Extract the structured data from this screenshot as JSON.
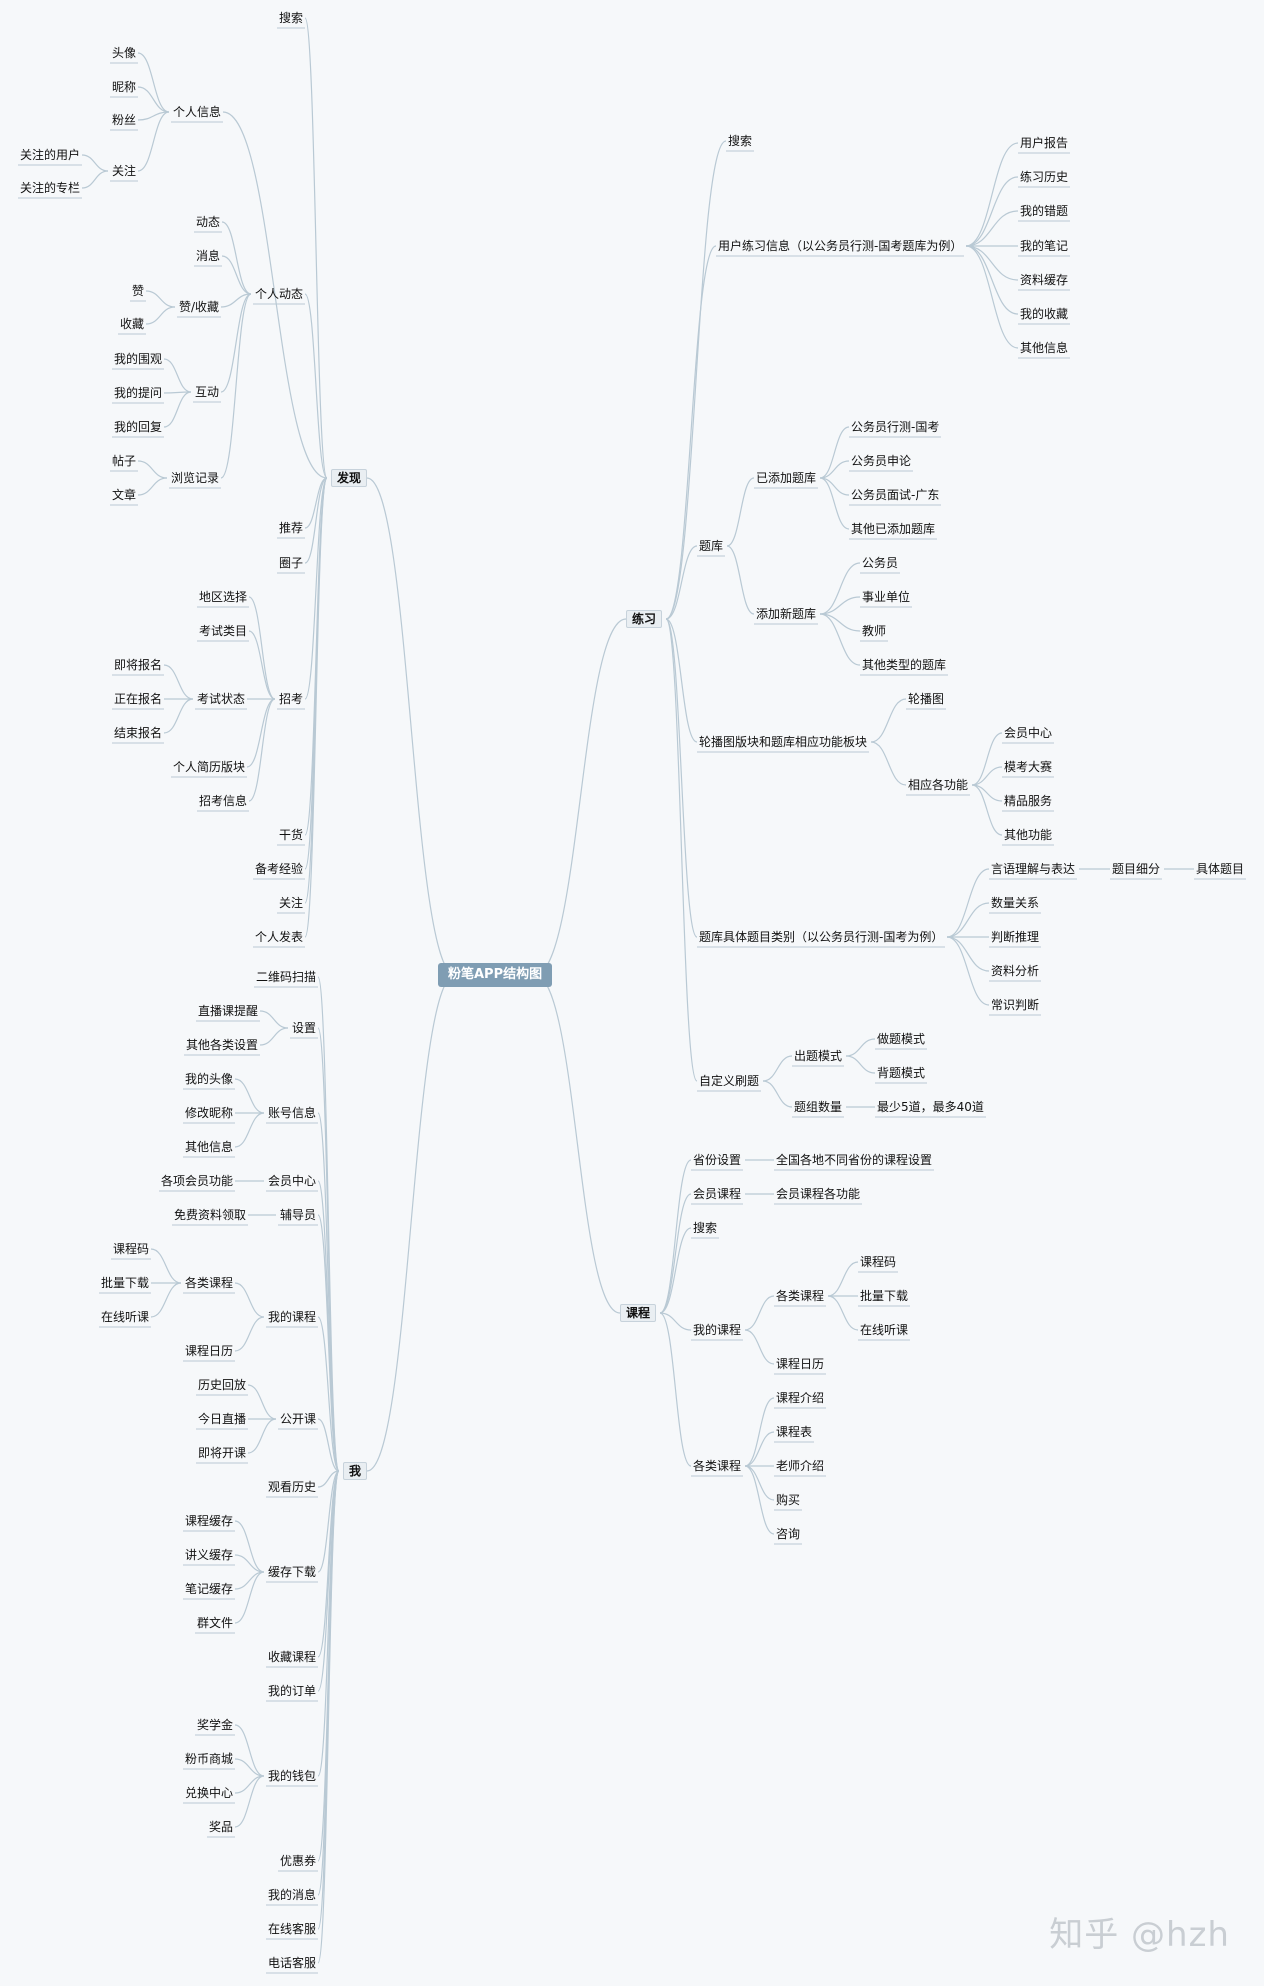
{
  "title": "粉笔APP结构图",
  "watermark": "知乎 @hzh",
  "colors": {
    "line": "#b9c9d4",
    "root_bg": "#7f9db3"
  },
  "nodes": [
    {
      "id": "root",
      "text": "粉笔APP结构图"
    },
    {
      "id": "fx",
      "text": "发现",
      "p": "root"
    },
    {
      "id": "fx1",
      "text": "搜索",
      "p": "fx"
    },
    {
      "id": "fx2",
      "text": "个人信息",
      "p": "fx"
    },
    {
      "id": "fx2a",
      "text": "头像",
      "p": "fx2"
    },
    {
      "id": "fx2b",
      "text": "昵称",
      "p": "fx2"
    },
    {
      "id": "fx2c",
      "text": "粉丝",
      "p": "fx2"
    },
    {
      "id": "fx2d",
      "text": "关注",
      "p": "fx2"
    },
    {
      "id": "fx2d1",
      "text": "关注的用户",
      "p": "fx2d"
    },
    {
      "id": "fx2d2",
      "text": "关注的专栏",
      "p": "fx2d"
    },
    {
      "id": "fx3",
      "text": "个人动态",
      "p": "fx"
    },
    {
      "id": "fx3a",
      "text": "动态",
      "p": "fx3"
    },
    {
      "id": "fx3b",
      "text": "消息",
      "p": "fx3"
    },
    {
      "id": "fx3c",
      "text": "赞/收藏",
      "p": "fx3"
    },
    {
      "id": "fx3c1",
      "text": "赞",
      "p": "fx3c"
    },
    {
      "id": "fx3c2",
      "text": "收藏",
      "p": "fx3c"
    },
    {
      "id": "fx3d",
      "text": "互动",
      "p": "fx3"
    },
    {
      "id": "fx3d1",
      "text": "我的围观",
      "p": "fx3d"
    },
    {
      "id": "fx3d2",
      "text": "我的提问",
      "p": "fx3d"
    },
    {
      "id": "fx3d3",
      "text": "我的回复",
      "p": "fx3d"
    },
    {
      "id": "fx3e",
      "text": "浏览记录",
      "p": "fx3"
    },
    {
      "id": "fx3e1",
      "text": "帖子",
      "p": "fx3e"
    },
    {
      "id": "fx3e2",
      "text": "文章",
      "p": "fx3e"
    },
    {
      "id": "fx4",
      "text": "推荐",
      "p": "fx"
    },
    {
      "id": "fx5",
      "text": "圈子",
      "p": "fx"
    },
    {
      "id": "fx6",
      "text": "招考",
      "p": "fx"
    },
    {
      "id": "fx6a",
      "text": "地区选择",
      "p": "fx6"
    },
    {
      "id": "fx6b",
      "text": "考试类目",
      "p": "fx6"
    },
    {
      "id": "fx6c",
      "text": "考试状态",
      "p": "fx6"
    },
    {
      "id": "fx6c1",
      "text": "即将报名",
      "p": "fx6c"
    },
    {
      "id": "fx6c2",
      "text": "正在报名",
      "p": "fx6c"
    },
    {
      "id": "fx6c3",
      "text": "结束报名",
      "p": "fx6c"
    },
    {
      "id": "fx6d",
      "text": "个人简历版块",
      "p": "fx6"
    },
    {
      "id": "fx6e",
      "text": "招考信息",
      "p": "fx6"
    },
    {
      "id": "fx7",
      "text": "干货",
      "p": "fx"
    },
    {
      "id": "fx8",
      "text": "备考经验",
      "p": "fx"
    },
    {
      "id": "fx9",
      "text": "关注",
      "p": "fx"
    },
    {
      "id": "fx10",
      "text": "个人发表",
      "p": "fx"
    },
    {
      "id": "wo",
      "text": "我",
      "p": "root"
    },
    {
      "id": "wo1",
      "text": "二维码扫描",
      "p": "wo"
    },
    {
      "id": "wo2",
      "text": "设置",
      "p": "wo"
    },
    {
      "id": "wo2a",
      "text": "直播课提醒",
      "p": "wo2"
    },
    {
      "id": "wo2b",
      "text": "其他各类设置",
      "p": "wo2"
    },
    {
      "id": "wo3",
      "text": "账号信息",
      "p": "wo"
    },
    {
      "id": "wo3a",
      "text": "我的头像",
      "p": "wo3"
    },
    {
      "id": "wo3b",
      "text": "修改昵称",
      "p": "wo3"
    },
    {
      "id": "wo3c",
      "text": "其他信息",
      "p": "wo3"
    },
    {
      "id": "wo4",
      "text": "会员中心",
      "p": "wo"
    },
    {
      "id": "wo4a",
      "text": "各项会员功能",
      "p": "wo4"
    },
    {
      "id": "wo5",
      "text": "辅导员",
      "p": "wo"
    },
    {
      "id": "wo5a",
      "text": "免费资料领取",
      "p": "wo5"
    },
    {
      "id": "wo6",
      "text": "我的课程",
      "p": "wo"
    },
    {
      "id": "wo6a",
      "text": "各类课程",
      "p": "wo6"
    },
    {
      "id": "wo6a1",
      "text": "课程码",
      "p": "wo6a"
    },
    {
      "id": "wo6a2",
      "text": "批量下载",
      "p": "wo6a"
    },
    {
      "id": "wo6a3",
      "text": "在线听课",
      "p": "wo6a"
    },
    {
      "id": "wo6b",
      "text": "课程日历",
      "p": "wo6"
    },
    {
      "id": "wo7",
      "text": "公开课",
      "p": "wo"
    },
    {
      "id": "wo7a",
      "text": "历史回放",
      "p": "wo7"
    },
    {
      "id": "wo7b",
      "text": "今日直播",
      "p": "wo7"
    },
    {
      "id": "wo7c",
      "text": "即将开课",
      "p": "wo7"
    },
    {
      "id": "wo8",
      "text": "观看历史",
      "p": "wo"
    },
    {
      "id": "wo9",
      "text": "缓存下载",
      "p": "wo"
    },
    {
      "id": "wo9a",
      "text": "课程缓存",
      "p": "wo9"
    },
    {
      "id": "wo9b",
      "text": "讲义缓存",
      "p": "wo9"
    },
    {
      "id": "wo9c",
      "text": "笔记缓存",
      "p": "wo9"
    },
    {
      "id": "wo9d",
      "text": "群文件",
      "p": "wo9"
    },
    {
      "id": "wo10",
      "text": "收藏课程",
      "p": "wo"
    },
    {
      "id": "wo11",
      "text": "我的订单",
      "p": "wo"
    },
    {
      "id": "wo12",
      "text": "我的钱包",
      "p": "wo"
    },
    {
      "id": "wo12a",
      "text": "奖学金",
      "p": "wo12"
    },
    {
      "id": "wo12b",
      "text": "粉币商城",
      "p": "wo12"
    },
    {
      "id": "wo12c",
      "text": "兑换中心",
      "p": "wo12"
    },
    {
      "id": "wo12d",
      "text": "奖品",
      "p": "wo12"
    },
    {
      "id": "wo13",
      "text": "优惠券",
      "p": "wo"
    },
    {
      "id": "wo14",
      "text": "我的消息",
      "p": "wo"
    },
    {
      "id": "wo15",
      "text": "在线客服",
      "p": "wo"
    },
    {
      "id": "wo16",
      "text": "电话客服",
      "p": "wo"
    },
    {
      "id": "lx",
      "text": "练习",
      "p": "root"
    },
    {
      "id": "lx1",
      "text": "搜索",
      "p": "lx"
    },
    {
      "id": "lx2",
      "text": "用户练习信息（以公务员行测-国考题库为例）",
      "p": "lx"
    },
    {
      "id": "lx2a",
      "text": "用户报告",
      "p": "lx2"
    },
    {
      "id": "lx2b",
      "text": "练习历史",
      "p": "lx2"
    },
    {
      "id": "lx2c",
      "text": "我的错题",
      "p": "lx2"
    },
    {
      "id": "lx2d",
      "text": "我的笔记",
      "p": "lx2"
    },
    {
      "id": "lx2e",
      "text": "资料缓存",
      "p": "lx2"
    },
    {
      "id": "lx2f",
      "text": "我的收藏",
      "p": "lx2"
    },
    {
      "id": "lx2g",
      "text": "其他信息",
      "p": "lx2"
    },
    {
      "id": "lx3",
      "text": "题库",
      "p": "lx"
    },
    {
      "id": "lx3a",
      "text": "已添加题库",
      "p": "lx3"
    },
    {
      "id": "lx3a1",
      "text": "公务员行测-国考",
      "p": "lx3a"
    },
    {
      "id": "lx3a2",
      "text": "公务员申论",
      "p": "lx3a"
    },
    {
      "id": "lx3a3",
      "text": "公务员面试-广东",
      "p": "lx3a"
    },
    {
      "id": "lx3a4",
      "text": "其他已添加题库",
      "p": "lx3a"
    },
    {
      "id": "lx3b",
      "text": "添加新题库",
      "p": "lx3"
    },
    {
      "id": "lx3b1",
      "text": "公务员",
      "p": "lx3b"
    },
    {
      "id": "lx3b2",
      "text": "事业单位",
      "p": "lx3b"
    },
    {
      "id": "lx3b3",
      "text": "教师",
      "p": "lx3b"
    },
    {
      "id": "lx3b4",
      "text": "其他类型的题库",
      "p": "lx3b"
    },
    {
      "id": "lx4",
      "text": "轮播图版块和题库相应功能板块",
      "p": "lx"
    },
    {
      "id": "lx4a",
      "text": "轮播图",
      "p": "lx4"
    },
    {
      "id": "lx4b",
      "text": "相应各功能",
      "p": "lx4"
    },
    {
      "id": "lx4b1",
      "text": "会员中心",
      "p": "lx4b"
    },
    {
      "id": "lx4b2",
      "text": "模考大赛",
      "p": "lx4b"
    },
    {
      "id": "lx4b3",
      "text": "精品服务",
      "p": "lx4b"
    },
    {
      "id": "lx4b4",
      "text": "其他功能",
      "p": "lx4b"
    },
    {
      "id": "lx5",
      "text": "题库具体题目类别（以公务员行测-国考为例）",
      "p": "lx"
    },
    {
      "id": "lx5a",
      "text": "言语理解与表达",
      "p": "lx5"
    },
    {
      "id": "lx5a1",
      "text": "题目细分",
      "p": "lx5a"
    },
    {
      "id": "lx5a2",
      "text": "具体题目",
      "p": "lx5a1"
    },
    {
      "id": "lx5b",
      "text": "数量关系",
      "p": "lx5"
    },
    {
      "id": "lx5c",
      "text": "判断推理",
      "p": "lx5"
    },
    {
      "id": "lx5d",
      "text": "资料分析",
      "p": "lx5"
    },
    {
      "id": "lx5e",
      "text": "常识判断",
      "p": "lx5"
    },
    {
      "id": "lx6",
      "text": "自定义刷题",
      "p": "lx"
    },
    {
      "id": "lx6a",
      "text": "出题模式",
      "p": "lx6"
    },
    {
      "id": "lx6a1",
      "text": "做题模式",
      "p": "lx6a"
    },
    {
      "id": "lx6a2",
      "text": "背题模式",
      "p": "lx6a"
    },
    {
      "id": "lx6b",
      "text": "题组数量",
      "p": "lx6"
    },
    {
      "id": "lx6b1",
      "text": "最少5道，最多40道",
      "p": "lx6b"
    },
    {
      "id": "kc",
      "text": "课程",
      "p": "root"
    },
    {
      "id": "kc1",
      "text": "省份设置",
      "p": "kc"
    },
    {
      "id": "kc1a",
      "text": "全国各地不同省份的课程设置",
      "p": "kc1"
    },
    {
      "id": "kc2",
      "text": "会员课程",
      "p": "kc"
    },
    {
      "id": "kc2a",
      "text": "会员课程各功能",
      "p": "kc2"
    },
    {
      "id": "kc3",
      "text": "搜索",
      "p": "kc"
    },
    {
      "id": "kc4",
      "text": "我的课程",
      "p": "kc"
    },
    {
      "id": "kc4a",
      "text": "各类课程",
      "p": "kc4"
    },
    {
      "id": "kc4a1",
      "text": "课程码",
      "p": "kc4a"
    },
    {
      "id": "kc4a2",
      "text": "批量下载",
      "p": "kc4a"
    },
    {
      "id": "kc4a3",
      "text": "在线听课",
      "p": "kc4a"
    },
    {
      "id": "kc4b",
      "text": "课程日历",
      "p": "kc4"
    },
    {
      "id": "kc5",
      "text": "各类课程",
      "p": "kc"
    },
    {
      "id": "kc5a",
      "text": "课程介绍",
      "p": "kc5"
    },
    {
      "id": "kc5b",
      "text": "课程表",
      "p": "kc5"
    },
    {
      "id": "kc5c",
      "text": "老师介绍",
      "p": "kc5"
    },
    {
      "id": "kc5d",
      "text": "购买",
      "p": "kc5"
    },
    {
      "id": "kc5e",
      "text": "咨询",
      "p": "kc5"
    }
  ]
}
